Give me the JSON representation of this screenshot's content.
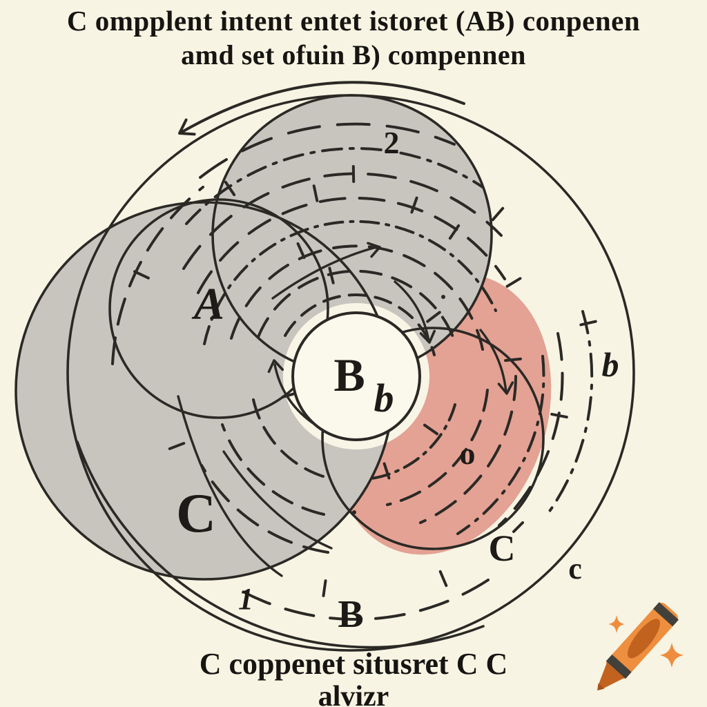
{
  "title": {
    "line1": "C ompplent intent entet istoret (AB) conpenen",
    "line2": "amd set ofuin B) compennen"
  },
  "caption": {
    "line1": "C coppenet situsret C C",
    "line2": "alvizr"
  },
  "diagram": {
    "labels": {
      "two": "2",
      "a": "A",
      "b_center": "B",
      "b_small": "b",
      "c_region": "C",
      "o_small": "o",
      "c_prime": "C",
      "c_small": "c",
      "b_outer": "b",
      "one": "1",
      "b_bottom": "B"
    },
    "colors": {
      "background": "#f7f4e3",
      "gray_fill": "#c8c5bf",
      "salmon_fill": "#e3a294",
      "ink": "#2b2925",
      "crayon_orange": "#ed8f3e",
      "crayon_dark": "#c2621f",
      "crayon_stripe": "#42403b",
      "sparkle": "#ee8d3f"
    },
    "icons": {
      "crayon": "crayon-icon",
      "sparkle": "sparkle-icon"
    }
  }
}
